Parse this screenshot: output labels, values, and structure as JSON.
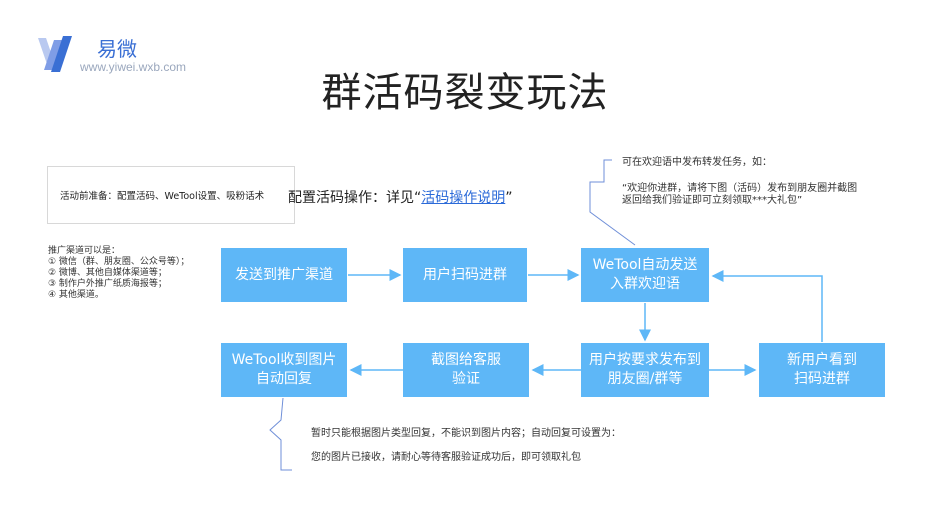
{
  "logo": {
    "name": "易微",
    "url": "www.yiwei.wxb.com"
  },
  "title": "群活码裂变玩法",
  "prep": "活动前准备：配置活码、WeTool设置、吸粉话术",
  "config": {
    "prefix": "配置活码操作：详见“",
    "link": "活码操作说明",
    "suffix": "”"
  },
  "channels": {
    "head": "推广渠道可以是：",
    "items": [
      "① 微信（群、朋友圈、公众号等）；",
      "② 微博、其他自媒体渠道等；",
      "③ 制作户外推广纸质海报等；",
      "④ 其他渠道。"
    ]
  },
  "boxes": {
    "b1": "发送到推广渠道",
    "b2": "用户扫码进群",
    "b3_l1": "WeTool自动发送",
    "b3_l2": "入群欢迎语",
    "b4_l1": "用户按要求发布到",
    "b4_l2": "朋友圈/群等",
    "b5_l1": "新用户看到",
    "b5_l2": "扫码进群",
    "b6_l1": "截图给客服",
    "b6_l2": "验证",
    "b7_l1": "WeTool收到图片",
    "b7_l2": "自动回复"
  },
  "note_top": {
    "line1": "可在欢迎语中发布转发任务，如：",
    "line2": "“欢迎你进群，请将下图（活码）发布到朋友圈并截图",
    "line3": "返回给我们验证即可立刻领取***大礼包”"
  },
  "note_bottom": {
    "line1": "暂时只能根据图片类型回复，不能识到图片内容；自动回复可设置为：",
    "line2": "您的图片已接收，请耐心等待客服验证成功后，即可领取礼包"
  },
  "colors": {
    "box": "#5eb7f7",
    "arrow": "#5eb7f7",
    "link": "#2b6ad8",
    "logo": "#3a6fd4"
  }
}
